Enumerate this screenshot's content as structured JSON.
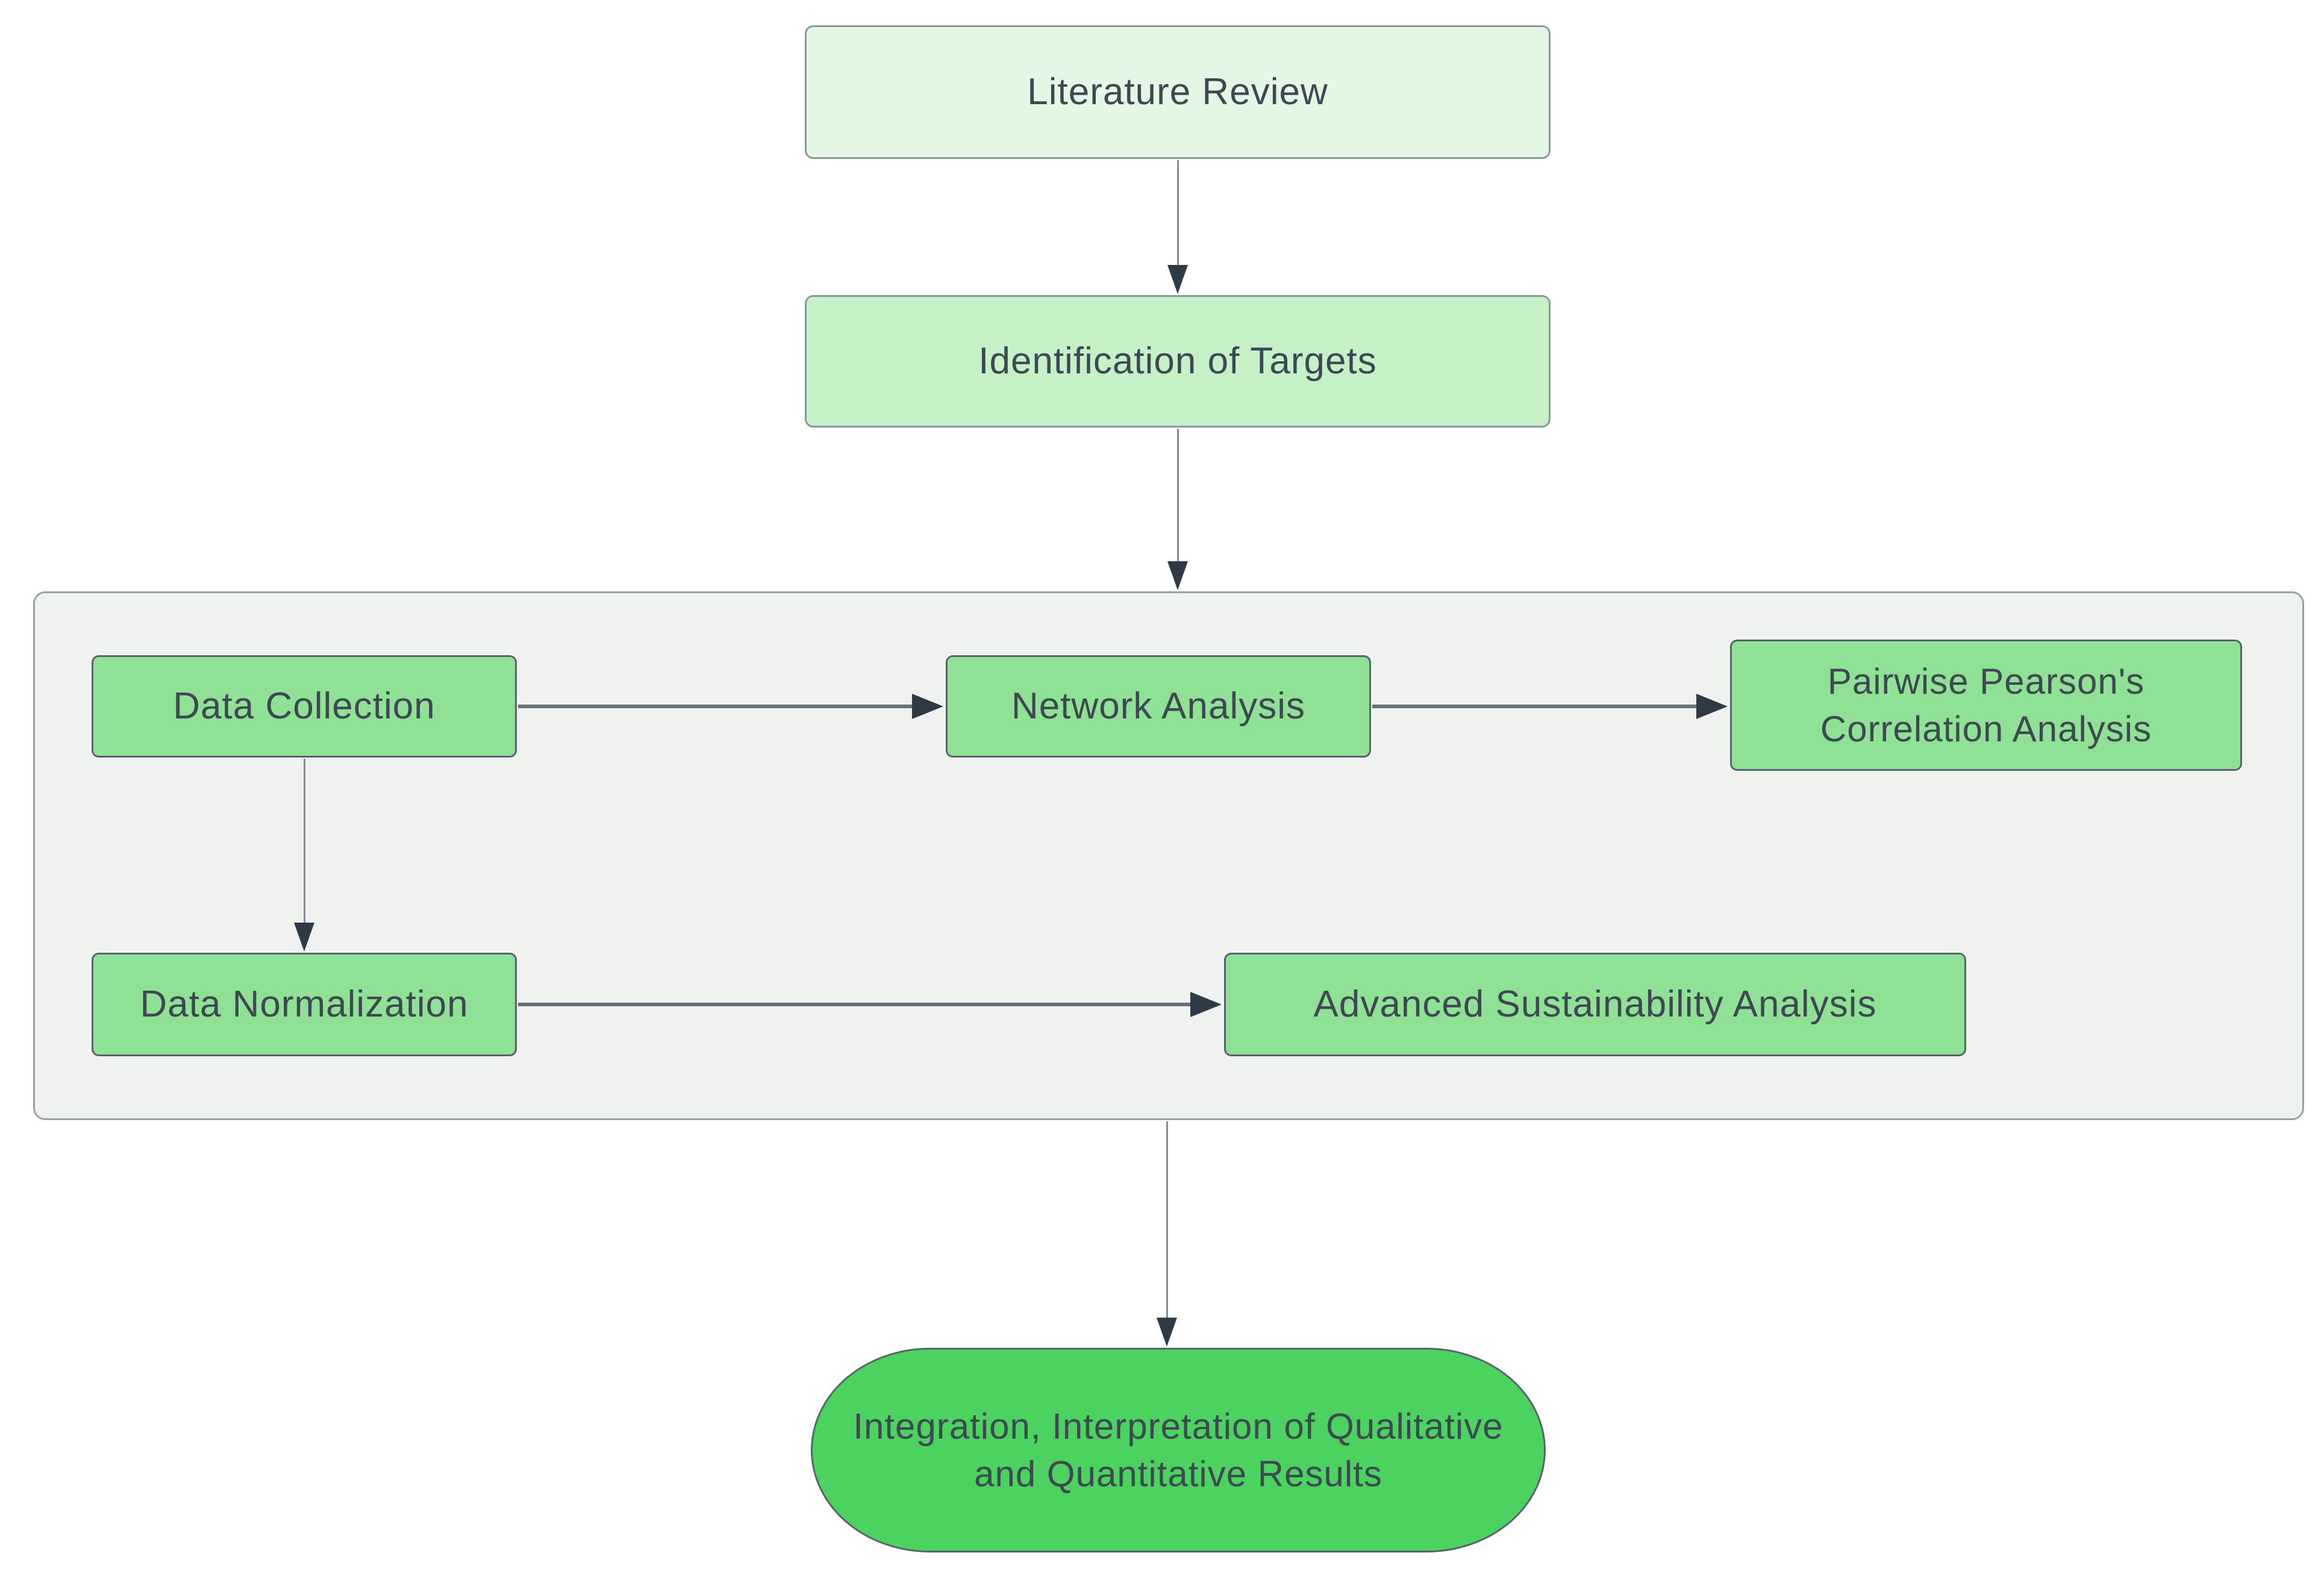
{
  "nodes": {
    "literature_review": {
      "label": "Literature Review"
    },
    "identification_of_targets": {
      "label": "Identification of Targets"
    },
    "data_collection": {
      "label": "Data Collection"
    },
    "network_analysis": {
      "label": "Network Analysis"
    },
    "pairwise_pearsons_correlation": {
      "label": "Pairwise Pearson's Correlation Analysis"
    },
    "data_normalization": {
      "label": "Data Normalization"
    },
    "advanced_sustainability": {
      "label": "Advanced Sustainability Analysis"
    },
    "integration_interpretation": {
      "label": "Integration, Interpretation of Qualitative and Quantitative Results"
    }
  },
  "colors": {
    "node_fill_lightest": "#e2f8e4",
    "node_fill_light": "#c6f1c6",
    "node_fill_medium": "#8fe295",
    "node_fill_strong": "#4cd25e",
    "node_border": "#57646c",
    "node_border_light": "#8d979b",
    "container_fill": "#f0f2f0",
    "container_border": "#9aa1a6",
    "text": "#3d4852",
    "arrow_line_vertical": "#848b91",
    "arrow_line_horizontal": "#676f79",
    "arrow_head": "#2e3a45",
    "background": "#ffffff"
  }
}
